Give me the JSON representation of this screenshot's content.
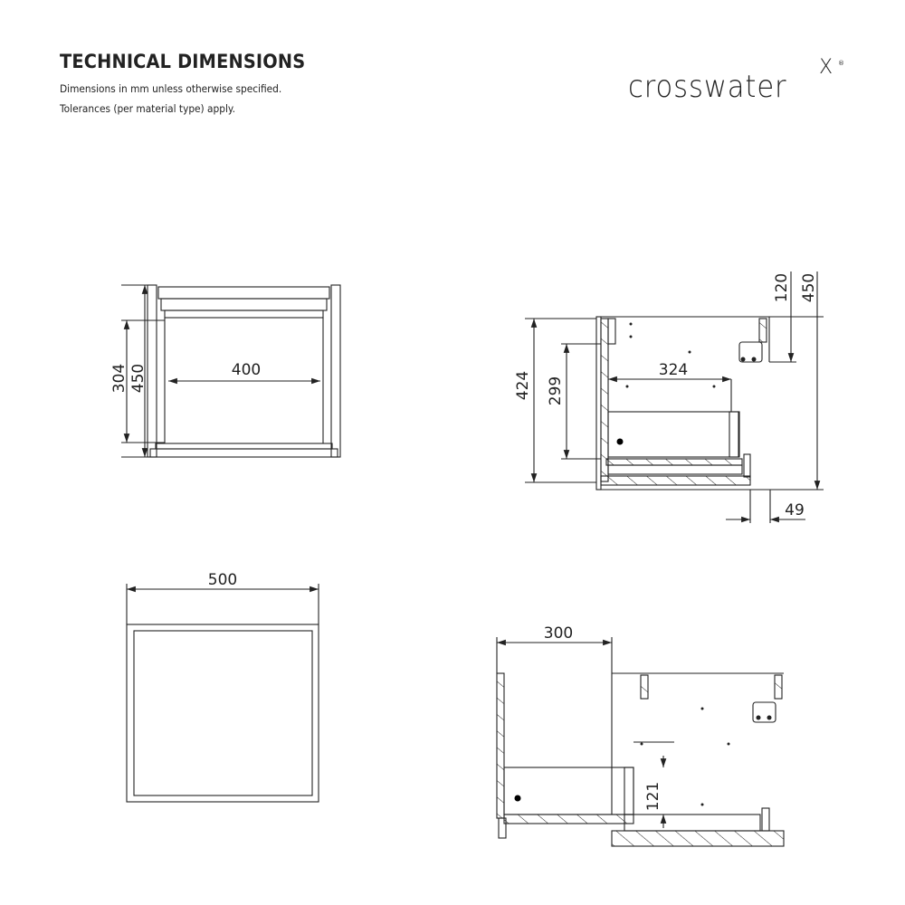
{
  "header": {
    "title": "TECHNICAL DIMENSIONS",
    "notes": [
      "Dimensions in mm unless otherwise specified.",
      "Tolerances (per material type) apply."
    ]
  },
  "logo": {
    "text": "crosswater",
    "mark": "X",
    "registered": "®"
  },
  "views": {
    "front": {
      "height_inner": "304",
      "height_total": "450",
      "width_inner": "400"
    },
    "side": {
      "height_424": "424",
      "height_299": "299",
      "depth_324": "324",
      "top_120": "120",
      "height_450": "450",
      "offset_49": "49"
    },
    "top": {
      "width": "500"
    },
    "drawer_open": {
      "extension": "300",
      "drawer_height": "121"
    }
  }
}
